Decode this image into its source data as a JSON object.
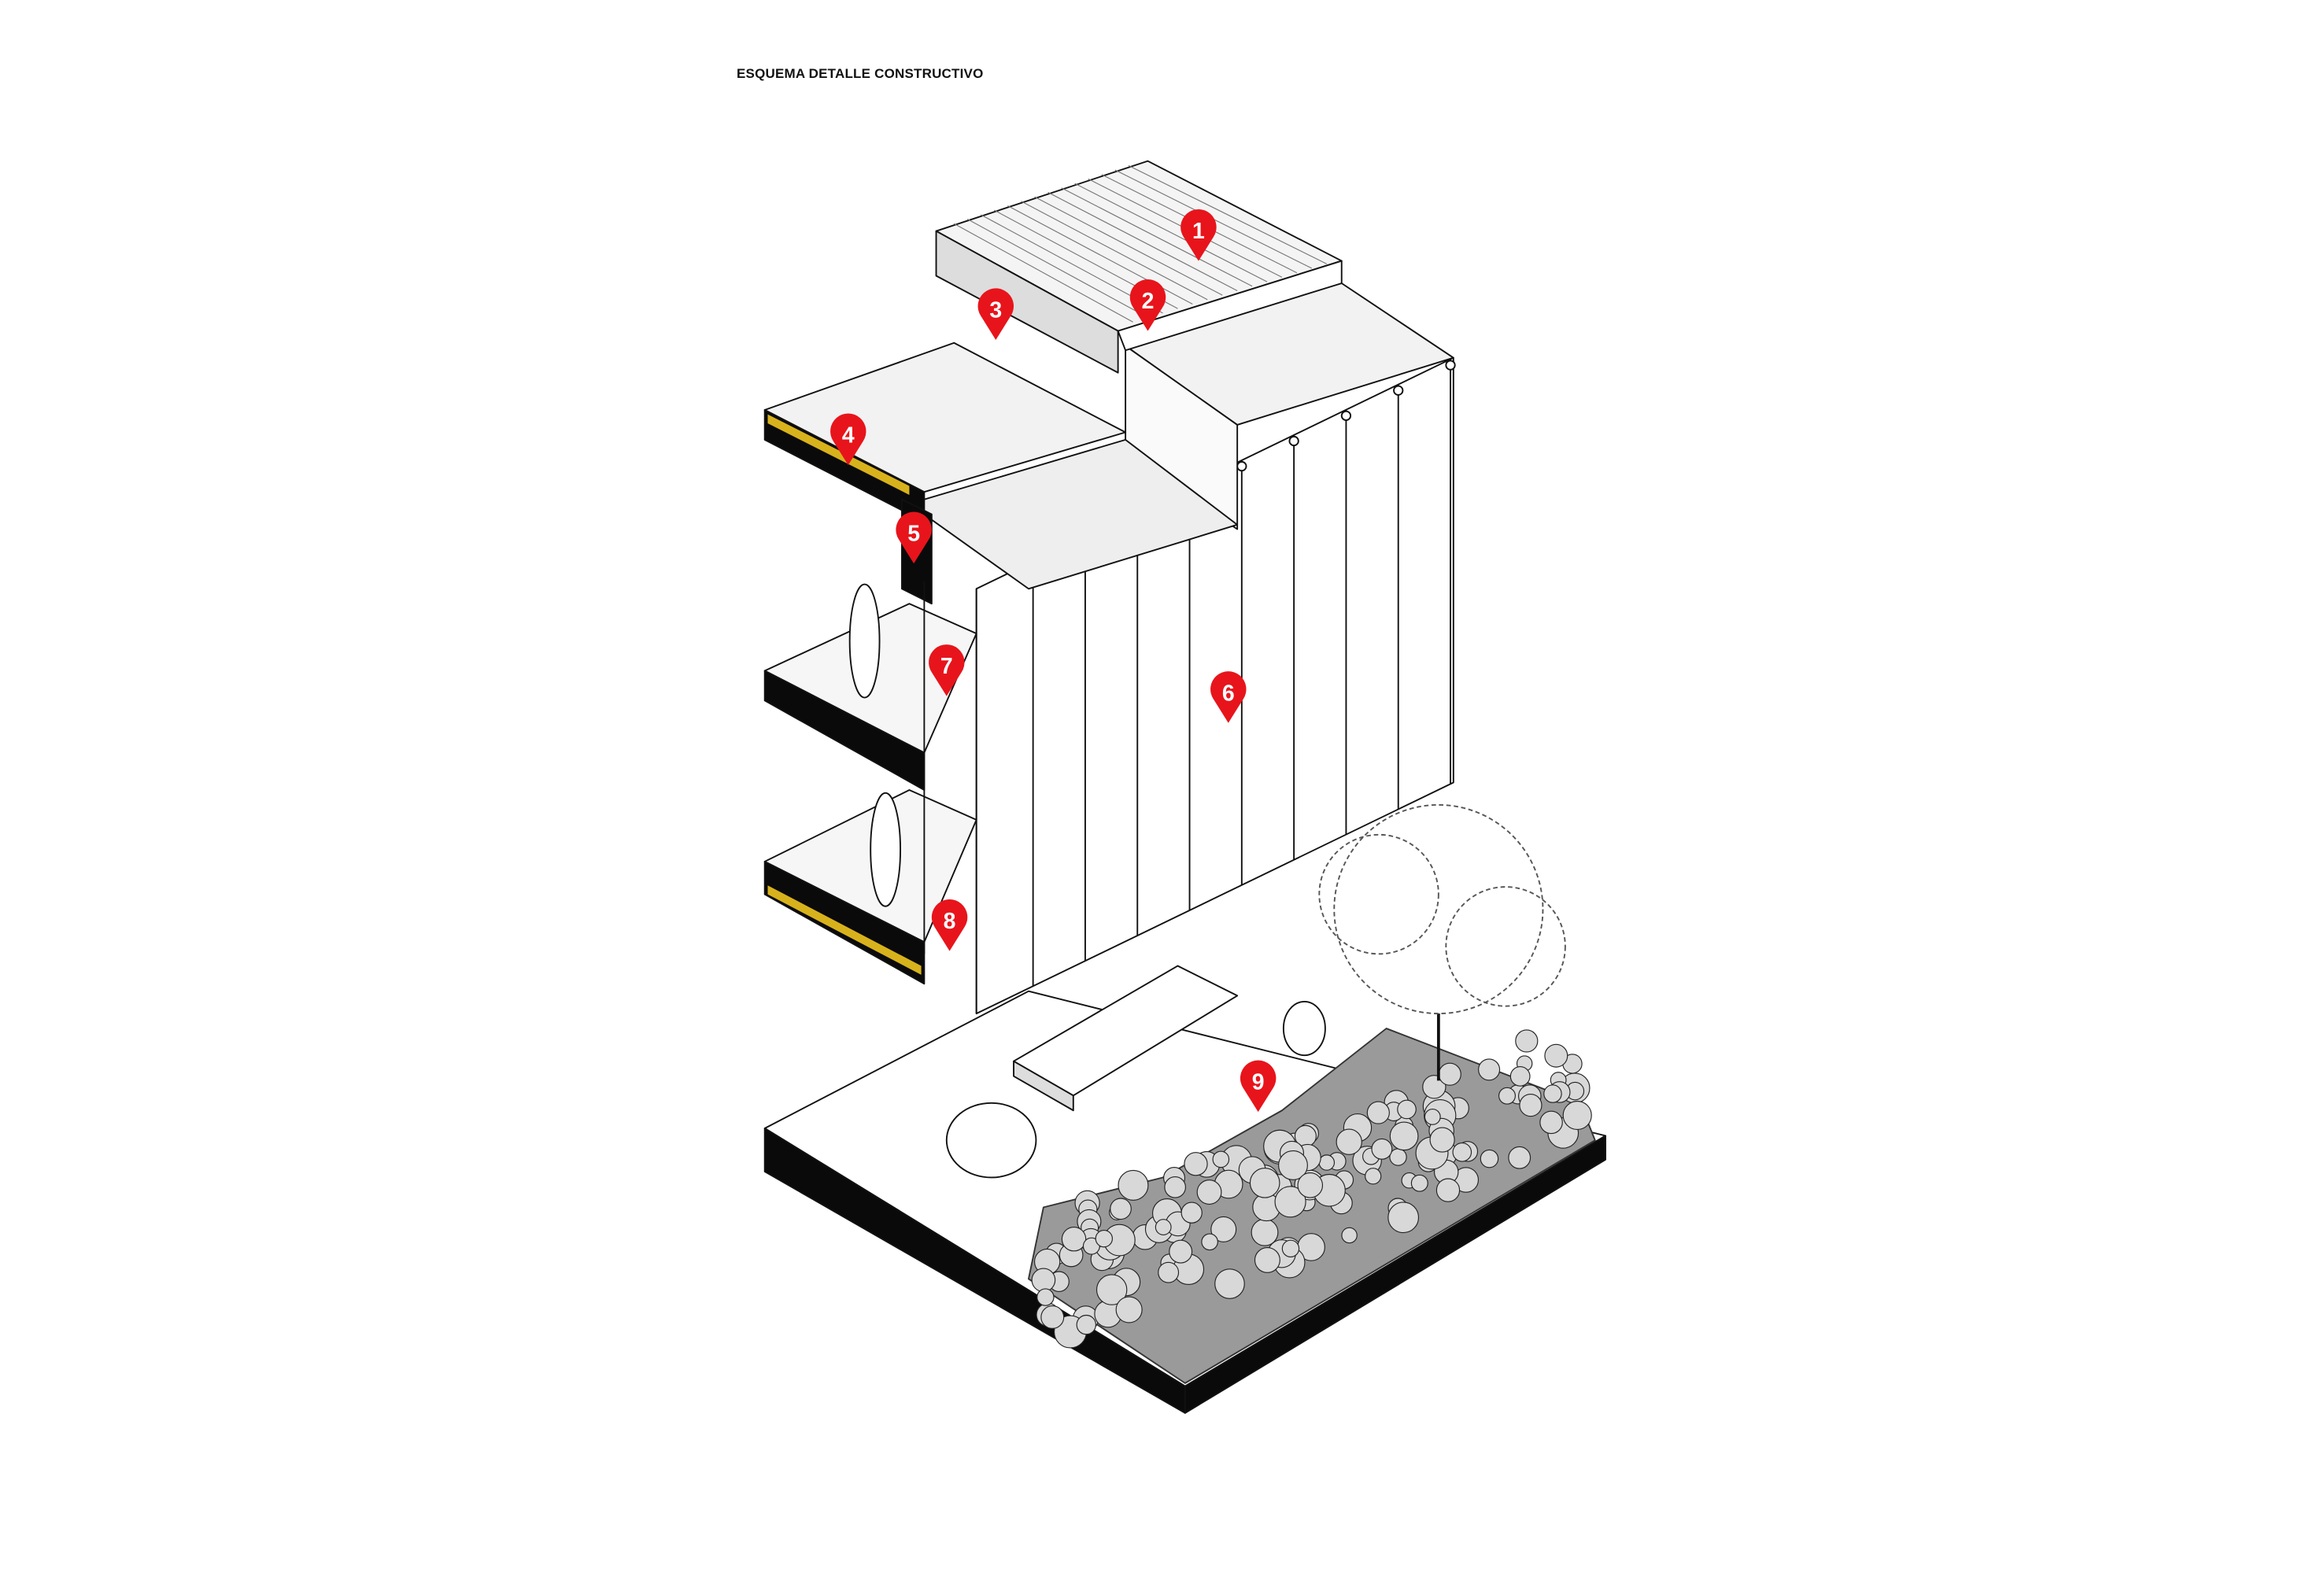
{
  "title": "ESQUEMA DETALLE CONSTRUCTIVO",
  "colors": {
    "marker": "#e8141b",
    "insulation": "#d8b21c",
    "ink": "#111111"
  },
  "markers": [
    {
      "label": "1"
    },
    {
      "label": "2"
    },
    {
      "label": "3"
    },
    {
      "label": "4"
    },
    {
      "label": "5"
    },
    {
      "label": "6"
    },
    {
      "label": "7"
    },
    {
      "label": "8"
    },
    {
      "label": "9"
    }
  ]
}
